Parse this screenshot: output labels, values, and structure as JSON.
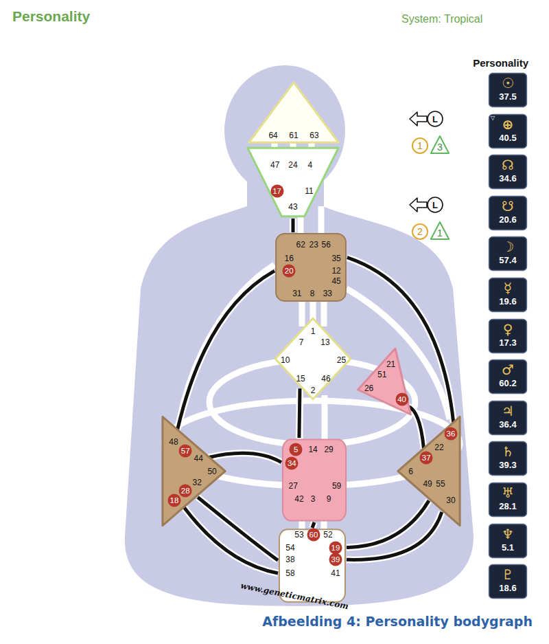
{
  "diagram": {
    "title": "Personality",
    "caption": "Afbeelding 4: Personality bodygraph",
    "nodes": [
      {
        "text": [
          "64",
          "61",
          "63"
        ]
      },
      {
        "text": [
          "47",
          "24",
          "4",
          "17",
          "11",
          "43"
        ]
      },
      {
        "text": [
          "62",
          "23",
          "56",
          "16",
          "35",
          "20",
          "12",
          "45",
          "31",
          "8",
          "33"
        ]
      },
      {
        "text": [
          "1",
          "7",
          "13",
          "10",
          "25",
          "15",
          "46",
          "2"
        ]
      },
      {
        "text": [
          "21",
          "51",
          "26",
          "40"
        ]
      },
      {
        "text": [
          "48",
          "57",
          "44",
          "50",
          "32",
          "28",
          "18"
        ]
      },
      {
        "text": [
          "5",
          "14",
          "29",
          "34",
          "27",
          "59",
          "42",
          "3",
          "9"
        ]
      },
      {
        "text": [
          "36",
          "22",
          "37",
          "6",
          "49",
          "55",
          "30"
        ]
      },
      {
        "text": [
          "53",
          "60",
          "52",
          "54",
          "19",
          "38",
          "39",
          "58",
          "41"
        ]
      },
      {
        "text": [
          "L"
        ]
      },
      {
        "text": [
          "1"
        ]
      },
      {
        "text": [
          "3"
        ]
      },
      {
        "text": [
          "L"
        ]
      },
      {
        "text": [
          "2"
        ]
      },
      {
        "text": [
          "1"
        ]
      },
      {
        "text": [
          "☉",
          "37.5"
        ]
      },
      {
        "text": [
          "▽",
          "⊕",
          "40.5"
        ]
      },
      {
        "text": [
          "☊",
          "34.6"
        ]
      },
      {
        "text": [
          "☋",
          "20.6"
        ]
      },
      {
        "text": [
          "☽",
          "57.4"
        ]
      },
      {
        "text": [
          "☿",
          "19.6"
        ]
      },
      {
        "text": [
          "♀",
          "17.3"
        ]
      },
      {
        "text": [
          "♂",
          "60.2"
        ]
      },
      {
        "text": [
          "♃",
          "36.4"
        ]
      },
      {
        "text": [
          "♄",
          "39.3"
        ]
      },
      {
        "text": [
          "♅",
          "28.1"
        ]
      },
      {
        "text": [
          "♆",
          "5.1"
        ]
      },
      {
        "text": [
          "♇",
          "18.6"
        ]
      }
    ],
    "edges": [
      {
        "from": 1,
        "to": 2,
        "arrow": "none"
      },
      {
        "from": 2,
        "to": 5,
        "arrow": "none"
      },
      {
        "from": 5,
        "to": 6,
        "arrow": "none"
      },
      {
        "from": 3,
        "to": 6,
        "arrow": "none"
      },
      {
        "from": 6,
        "to": 8,
        "arrow": "none"
      },
      {
        "from": 4,
        "to": 7,
        "arrow": "none"
      },
      {
        "from": 2,
        "to": 7,
        "arrow": "none"
      },
      {
        "from": 8,
        "to": 7,
        "arrow": "none"
      },
      {
        "from": 8,
        "to": 7,
        "arrow": "none"
      },
      {
        "from": 5,
        "to": 8,
        "arrow": "none"
      },
      {
        "from": 5,
        "to": 8,
        "arrow": "none"
      }
    ],
    "labels": [
      "System: Tropical",
      "Personality",
      "www.geneticmatrix.com"
    ]
  }
}
